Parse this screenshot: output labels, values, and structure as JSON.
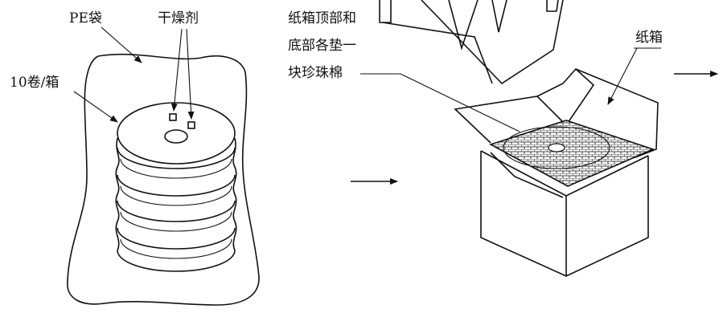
{
  "labels": {
    "pe_bag": "PE袋",
    "desiccant": "干燥剂",
    "rolls_per_box": "10卷/箱",
    "foam_line1": "纸箱顶部和",
    "foam_line2": "底部各垫一",
    "foam_line3": "块珍珠棉",
    "carton": "纸箱"
  },
  "rolls_count": 10
}
